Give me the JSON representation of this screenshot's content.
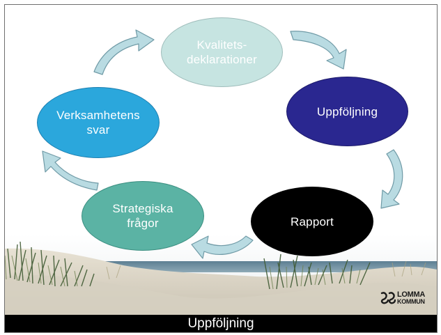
{
  "diagram": {
    "nodes": [
      {
        "id": "kvalitetsdeklarationer",
        "lines": [
          "Kvalitets-",
          "deklarationer"
        ],
        "color": "#c6e4e1"
      },
      {
        "id": "uppfoljning",
        "lines": [
          "Uppföljning"
        ],
        "color": "#2a2790"
      },
      {
        "id": "rapport",
        "lines": [
          "Rapport"
        ],
        "color": "#000000"
      },
      {
        "id": "strategiska",
        "lines": [
          "Strategiska",
          "frågor"
        ],
        "color": "#5bb3a4"
      },
      {
        "id": "verksamhetens",
        "lines": [
          "Verksamhetens",
          "svar"
        ],
        "color": "#2ba7dc"
      }
    ],
    "cycle": [
      "kvalitetsdeklarationer",
      "uppfoljning",
      "rapport",
      "strategiska",
      "verksamhetens"
    ],
    "arrow_color": "#b9dbe2"
  },
  "logo": {
    "line1": "LOMMA",
    "line2": "KOMMUN",
    "mark": "lomma-emblem-icon"
  },
  "footer": {
    "caption": "Uppföljning"
  }
}
